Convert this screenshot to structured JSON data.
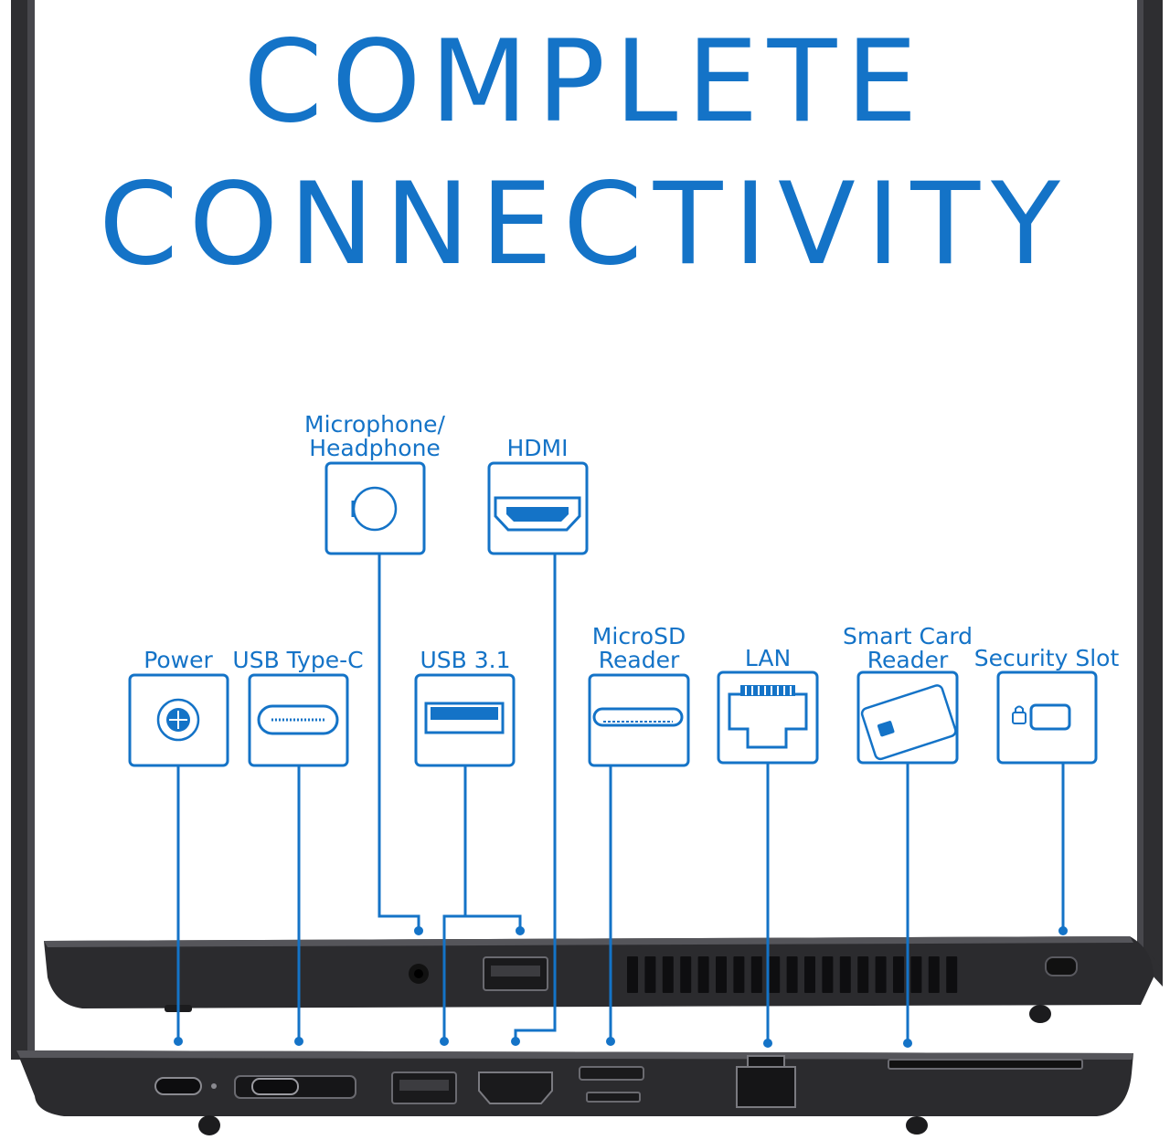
{
  "headline": {
    "line1": "COMPLETE",
    "line2": "CONNECTIVITY"
  },
  "ports": [
    {
      "id": "mic",
      "label_line1": "Microphone/",
      "label_line2": "Headphone",
      "icon": "headphone-jack-icon"
    },
    {
      "id": "hdmi",
      "label_line1": "HDMI",
      "label_line2": "",
      "icon": "hdmi-icon"
    },
    {
      "id": "power",
      "label_line1": "Power",
      "label_line2": "",
      "icon": "power-port-icon"
    },
    {
      "id": "usbc",
      "label_line1": "USB Type-C",
      "label_line2": "",
      "icon": "usb-c-icon"
    },
    {
      "id": "usb31",
      "label_line1": "USB 3.1",
      "label_line2": "",
      "icon": "usb-a-icon"
    },
    {
      "id": "microsd",
      "label_line1": "MicroSD",
      "label_line2": "Reader",
      "icon": "microsd-slot-icon"
    },
    {
      "id": "lan",
      "label_line1": "LAN",
      "label_line2": "",
      "icon": "ethernet-icon"
    },
    {
      "id": "smartcard",
      "label_line1": "Smart Card",
      "label_line2": "Reader",
      "icon": "smart-card-icon"
    },
    {
      "id": "security",
      "label_line1": "Security Slot",
      "label_line2": "",
      "icon": "lock-slot-icon"
    }
  ],
  "colors": {
    "accent": "#1473c7",
    "laptop_body": "#2b2b2e",
    "laptop_edge": "#4a4a4f"
  }
}
